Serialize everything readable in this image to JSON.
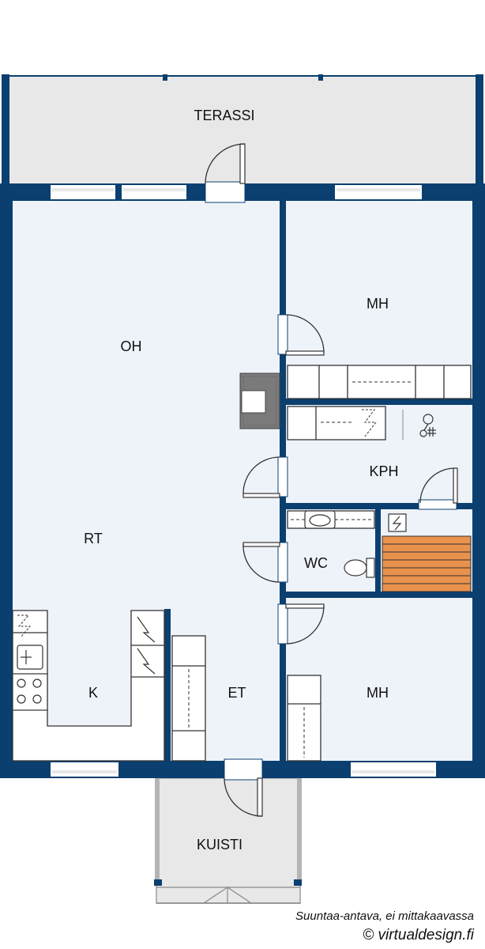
{
  "rooms": {
    "terrace": "TERASSI",
    "living": "OH",
    "dining": "RT",
    "kitchen": "K",
    "entry": "ET",
    "bedroom_top": "MH",
    "bathroom": "KPH",
    "wc": "WC",
    "bedroom_bottom": "MH",
    "porch": "KUISTI"
  },
  "notes": {
    "disclaimer": "Suuntaa-antava, ei mittakaavassa",
    "copyright": "© virtualdesign.fi"
  },
  "colors": {
    "wall": "#0b3f70",
    "floor": "#eef3fa",
    "outdoor": "#e8e8e8",
    "sauna": "#e8924e",
    "fireplace": "#7a7a7a"
  }
}
